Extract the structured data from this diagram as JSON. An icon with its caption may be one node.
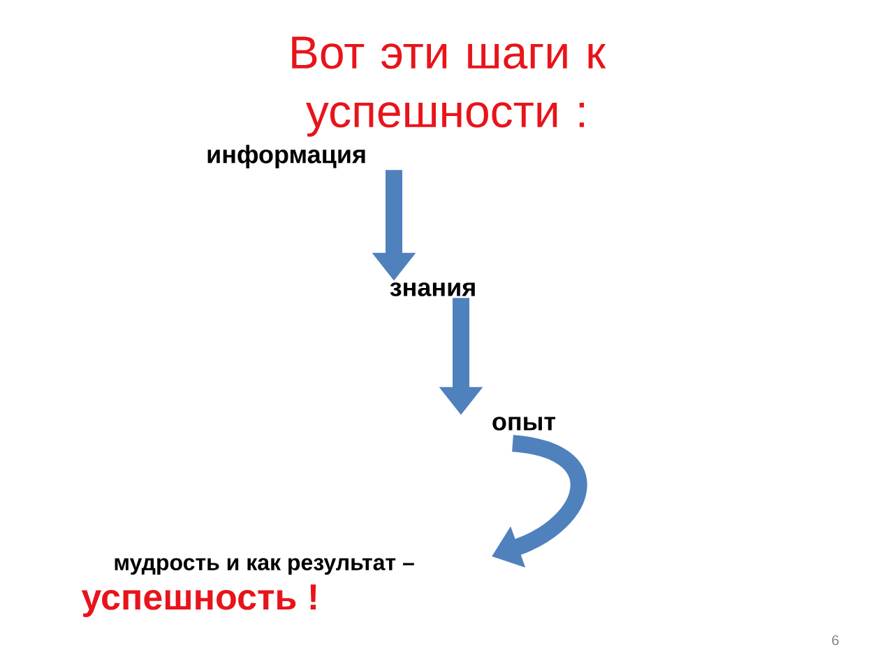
{
  "diagram": {
    "title": "Вот эти шаги к успешности :",
    "nodes": [
      {
        "text": [
          "информация"
        ]
      },
      {
        "text": [
          "знания"
        ]
      },
      {
        "text": [
          "опыт"
        ]
      },
      {
        "text": [
          "мудрость и как результат –",
          "успешность !"
        ]
      }
    ],
    "edges": [
      {
        "from": 0,
        "to": 1,
        "arrow": "to"
      },
      {
        "from": 1,
        "to": 2,
        "arrow": "to"
      },
      {
        "from": 2,
        "to": 3,
        "arrow": "to"
      }
    ],
    "labels": [
      "6"
    ]
  }
}
